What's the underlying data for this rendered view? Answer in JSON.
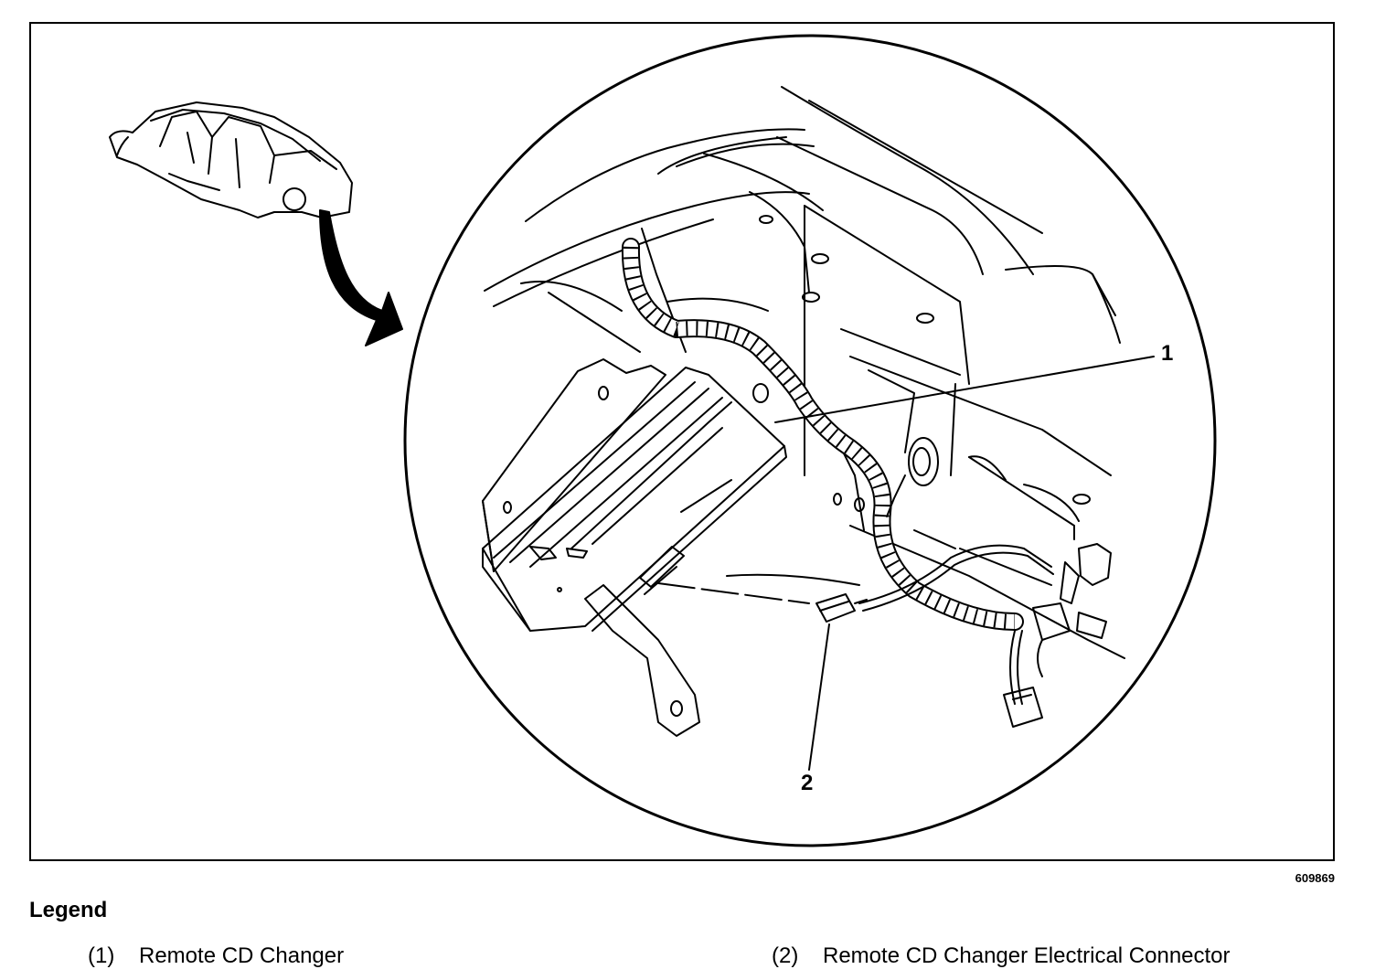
{
  "figure": {
    "id": "609869",
    "callouts": [
      {
        "number": "1",
        "name": "Remote CD Changer"
      },
      {
        "number": "2",
        "name": "Remote CD Changer Electrical Connector"
      }
    ]
  },
  "legend": {
    "title": "Legend",
    "items": [
      {
        "number": "(1)",
        "label": "Remote CD Changer"
      },
      {
        "number": "(2)",
        "label": "Remote CD Changer Electrical Connector"
      }
    ]
  },
  "colors": {
    "line": "#000000",
    "fill": "#ffffff"
  }
}
